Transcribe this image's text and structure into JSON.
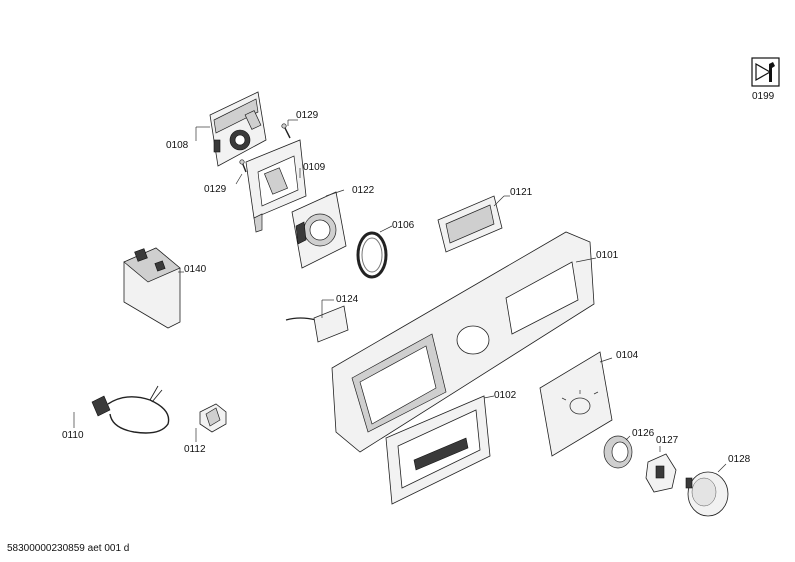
{
  "diagram": {
    "parts": [
      {
        "id": "p0199",
        "label": "0199",
        "icon": "service-tool-icon"
      },
      {
        "id": "p0108",
        "label": "0108"
      },
      {
        "id": "p0129a",
        "label": "0129"
      },
      {
        "id": "p0129b",
        "label": "0129"
      },
      {
        "id": "p0109",
        "label": "0109"
      },
      {
        "id": "p0122",
        "label": "0122"
      },
      {
        "id": "p0106",
        "label": "0106"
      },
      {
        "id": "p0121",
        "label": "0121"
      },
      {
        "id": "p0140",
        "label": "0140"
      },
      {
        "id": "p0101",
        "label": "0101"
      },
      {
        "id": "p0124",
        "label": "0124"
      },
      {
        "id": "p0104",
        "label": "0104"
      },
      {
        "id": "p0110",
        "label": "0110"
      },
      {
        "id": "p0112",
        "label": "0112"
      },
      {
        "id": "p0102",
        "label": "0102"
      },
      {
        "id": "p0126",
        "label": "0126"
      },
      {
        "id": "p0127",
        "label": "0127"
      },
      {
        "id": "p0128",
        "label": "0128"
      }
    ]
  },
  "footer": {
    "doc_id": "58300000230859 aet 001 d"
  }
}
